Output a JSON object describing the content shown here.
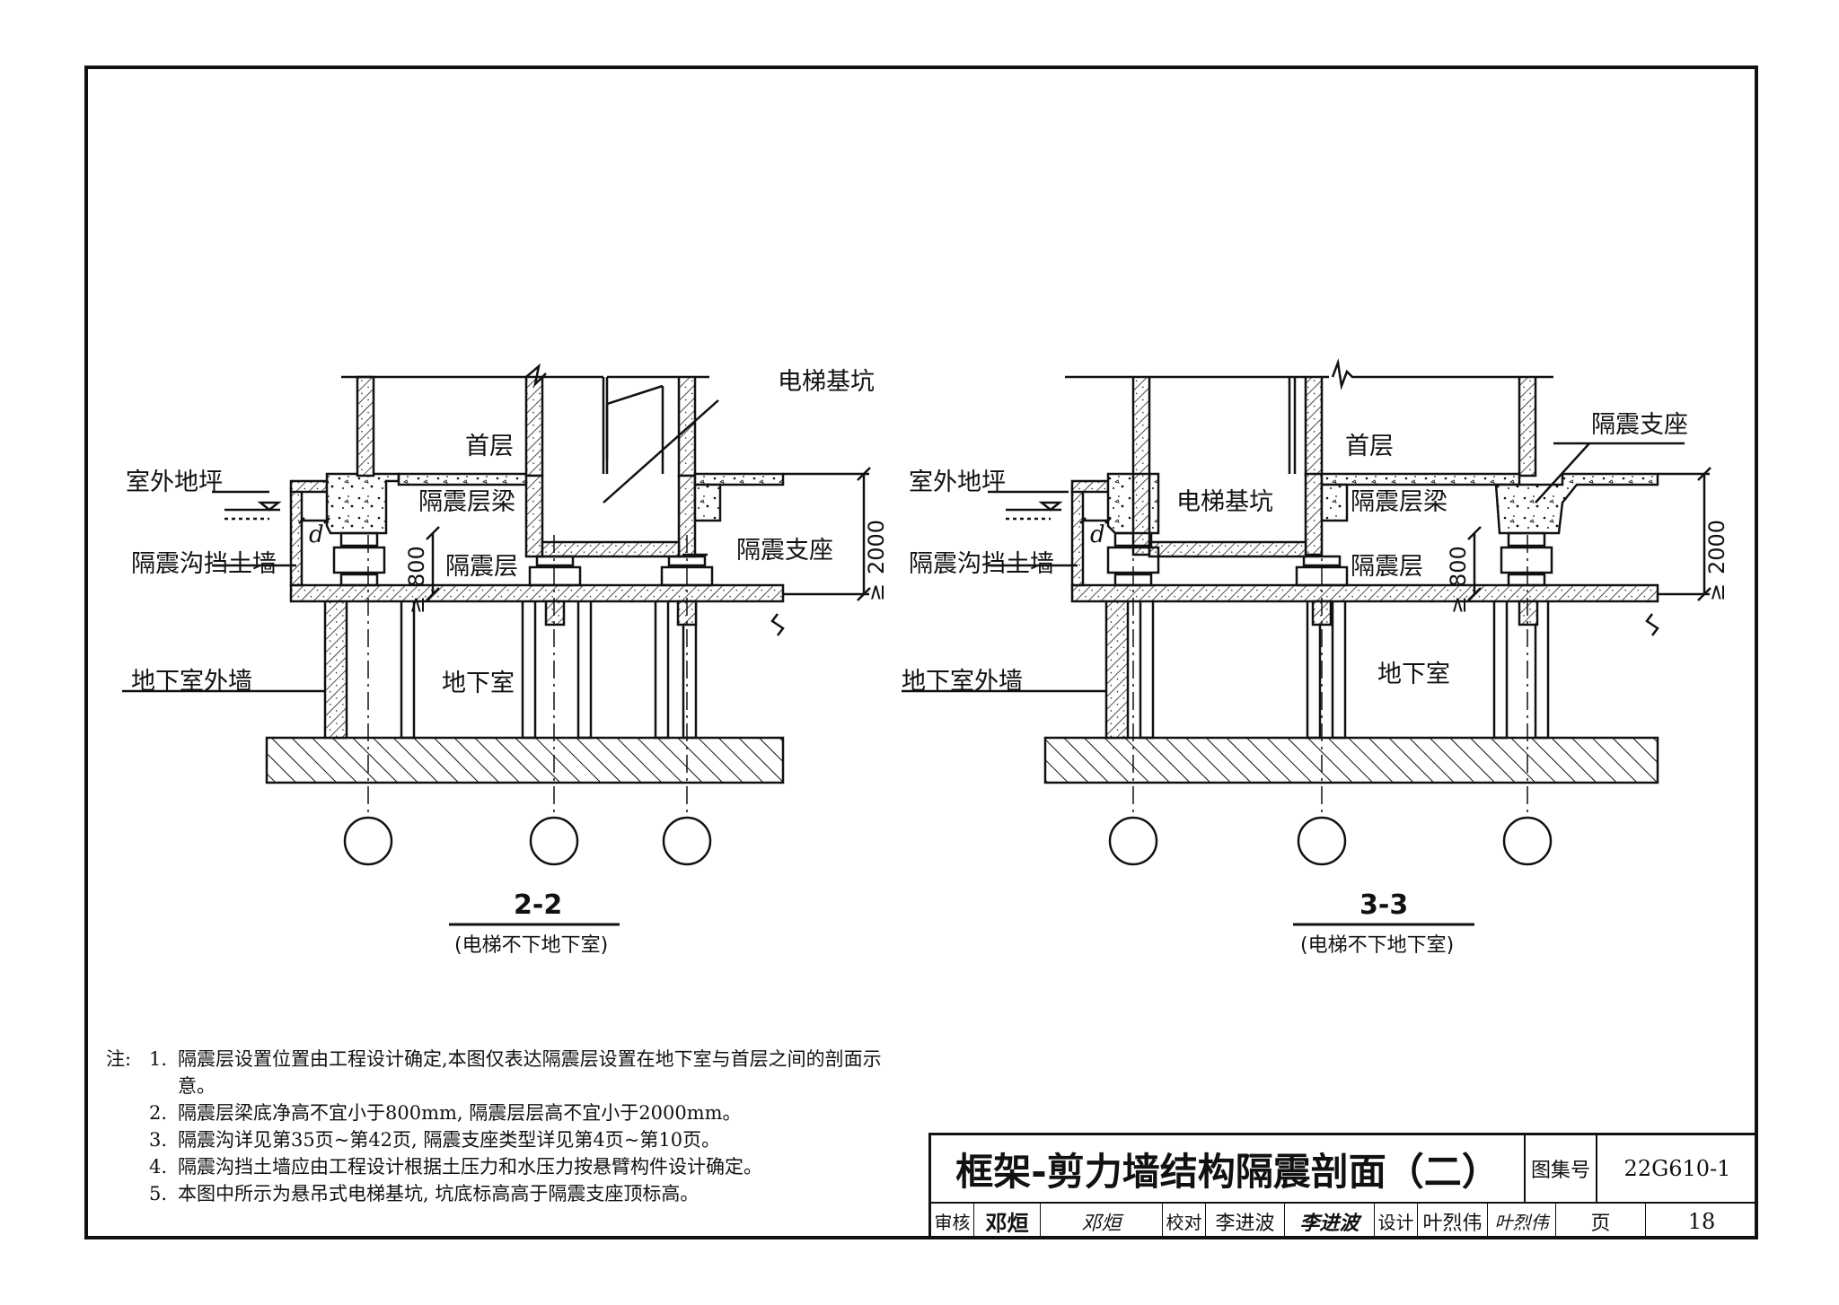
{
  "sections": [
    {
      "id": "2-2",
      "title": "2-2",
      "subtitle": "(电梯不下地下室)",
      "labels": {
        "outdoor_ground": "室外地坪",
        "retaining_wall": "隔震沟挡土墙",
        "basement_wall": "地下室外墙",
        "first_floor": "首层",
        "isolation_beam": "隔震层梁",
        "isolation_layer": "隔震层",
        "basement": "地下室",
        "elevator_pit": "电梯基坑",
        "isolation_bearing": "隔震支座",
        "gap": "d",
        "dim_800": "800",
        "dim_2000": "2000",
        "ge_sign": "≥"
      }
    },
    {
      "id": "3-3",
      "title": "3-3",
      "subtitle": "(电梯不下地下室)",
      "labels": {
        "outdoor_ground": "室外地坪",
        "retaining_wall": "隔震沟挡土墙",
        "basement_wall": "地下室外墙",
        "first_floor": "首层",
        "isolation_beam": "隔震层梁",
        "isolation_layer": "隔震层",
        "basement": "地下室",
        "elevator_pit": "电梯基坑",
        "isolation_bearing": "隔震支座",
        "gap": "d",
        "dim_800": "800",
        "dim_2000": "2000",
        "ge_sign": "≥"
      }
    }
  ],
  "notes": {
    "heading": "注:",
    "items": [
      {
        "num": "1.",
        "text": "隔震层设置位置由工程设计确定,本图仅表达隔震层设置在地下室与首层之间的剖面示意。"
      },
      {
        "num": "2.",
        "text": "隔震层梁底净高不宜小于800mm, 隔震层层高不宜小于2000mm。"
      },
      {
        "num": "3.",
        "text": "隔震沟详见第35页~第42页, 隔震支座类型详见第4页~第10页。"
      },
      {
        "num": "4.",
        "text": "隔震沟挡土墙应由工程设计根据土压力和水压力按悬臂构件设计确定。"
      },
      {
        "num": "5.",
        "text": "本图中所示为悬吊式电梯基坑, 坑底标高高于隔震支座顶标高。"
      }
    ]
  },
  "title_block": {
    "drawing_title": "框架-剪力墙结构隔震剖面（二）",
    "atlas_label": "图集号",
    "atlas_number": "22G610-1",
    "review_label": "审核",
    "reviewer": "邓烜",
    "reviewer_signature": "邓烜",
    "check_label": "校对",
    "checker": "李进波",
    "checker_signature": "李进波",
    "design_label": "设计",
    "designer": "叶烈伟",
    "designer_signature": "叶烈伟",
    "page_label": "页",
    "page_number": "18"
  }
}
